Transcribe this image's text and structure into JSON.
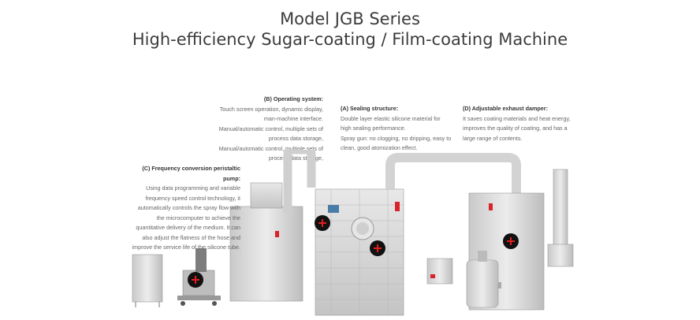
{
  "header": {
    "title_line1": "Model JGB Series",
    "title_line2": "High-efficiency Sugar-coating / Film-coating Machine"
  },
  "callouts": {
    "operating": {
      "heading": "(B) Operating system:",
      "lines": [
        "Touch screen operation, dynamic display,",
        "man-machine interface.",
        "Manual/automatic control, multiple sets of",
        "process data storage,",
        "Manual/automatic control, multiple sets of",
        "process data storage,"
      ]
    },
    "sealing": {
      "heading": "(A) Sealing structure:",
      "lines": [
        "Double layer elastic silicone material for",
        "high sealing performance.",
        "Spray gun: no clogging, no dripping, easy to",
        "clean, good atomization effect."
      ]
    },
    "exhaust": {
      "heading": "(D) Adjustable exhaust damper:",
      "lines": [
        "It saves coating materials and heat energy,",
        "improves the quality of coating, and has a",
        "large range of contents."
      ]
    },
    "pump": {
      "heading": "(C) Frequency conversion peristaltic",
      "heading2": "pump:",
      "lines": [
        "Using data programming and variable",
        "frequency speed control technology, it",
        "automatically controls the spray flow with",
        "the microcomputer to achieve the",
        "quantitative delivery of the medium. It can",
        "also adjust the flatness of the hose and",
        "improve the service life of the silicone tube."
      ]
    }
  },
  "colors": {
    "hotspot_fill": "#111111",
    "hotspot_cross": "#e21d1d",
    "steel": "#d9d9d9"
  }
}
